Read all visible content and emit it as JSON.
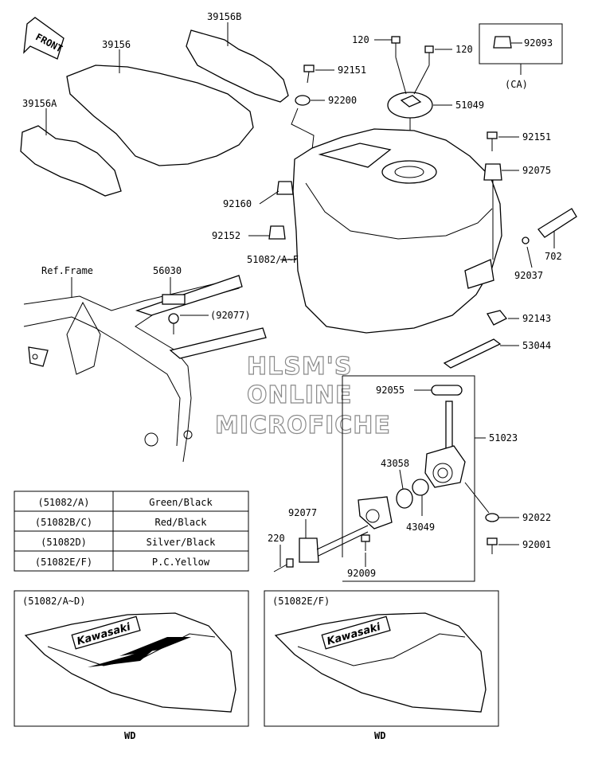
{
  "labels": {
    "front": "FRONT",
    "p39156b": "39156B",
    "p39156": "39156",
    "p39156a": "39156A",
    "p120_left": "120",
    "p120_right": "120",
    "p92093": "92093",
    "ca": "(CA)",
    "p92151_top": "92151",
    "p92200": "92200",
    "p51049": "51049",
    "p92151_right": "92151",
    "p92075": "92075",
    "p92160": "92160",
    "p92152": "92152",
    "p51082": "51082/A~F",
    "p702": "702",
    "p92037": "92037",
    "ref_frame": "Ref.Frame",
    "p56030": "56030",
    "p92077_frame": "(92077)",
    "p92143": "92143",
    "p53044": "53044",
    "p92055": "92055",
    "p51023": "51023",
    "p43058": "43058",
    "p43049": "43049",
    "p92077": "92077",
    "p92022": "92022",
    "p92001": "92001",
    "p220": "220",
    "p92009": "92009"
  },
  "watermark": [
    "HLSM'S",
    "ONLINE",
    "MICROFICHE"
  ],
  "color_table": [
    {
      "model": "(51082/A)",
      "color": "Green/Black"
    },
    {
      "model": "(51082B/C)",
      "color": "Red/Black"
    },
    {
      "model": "(51082D)",
      "color": "Silver/Black"
    },
    {
      "model": "(51082E/F)",
      "color": "P.C.Yellow"
    }
  ],
  "variants": [
    {
      "title": "(51082/A~D)",
      "brand": "Kawasaki",
      "footer": "WD"
    },
    {
      "title": "(51082E/F)",
      "brand": "Kawasaki",
      "footer": "WD"
    }
  ]
}
